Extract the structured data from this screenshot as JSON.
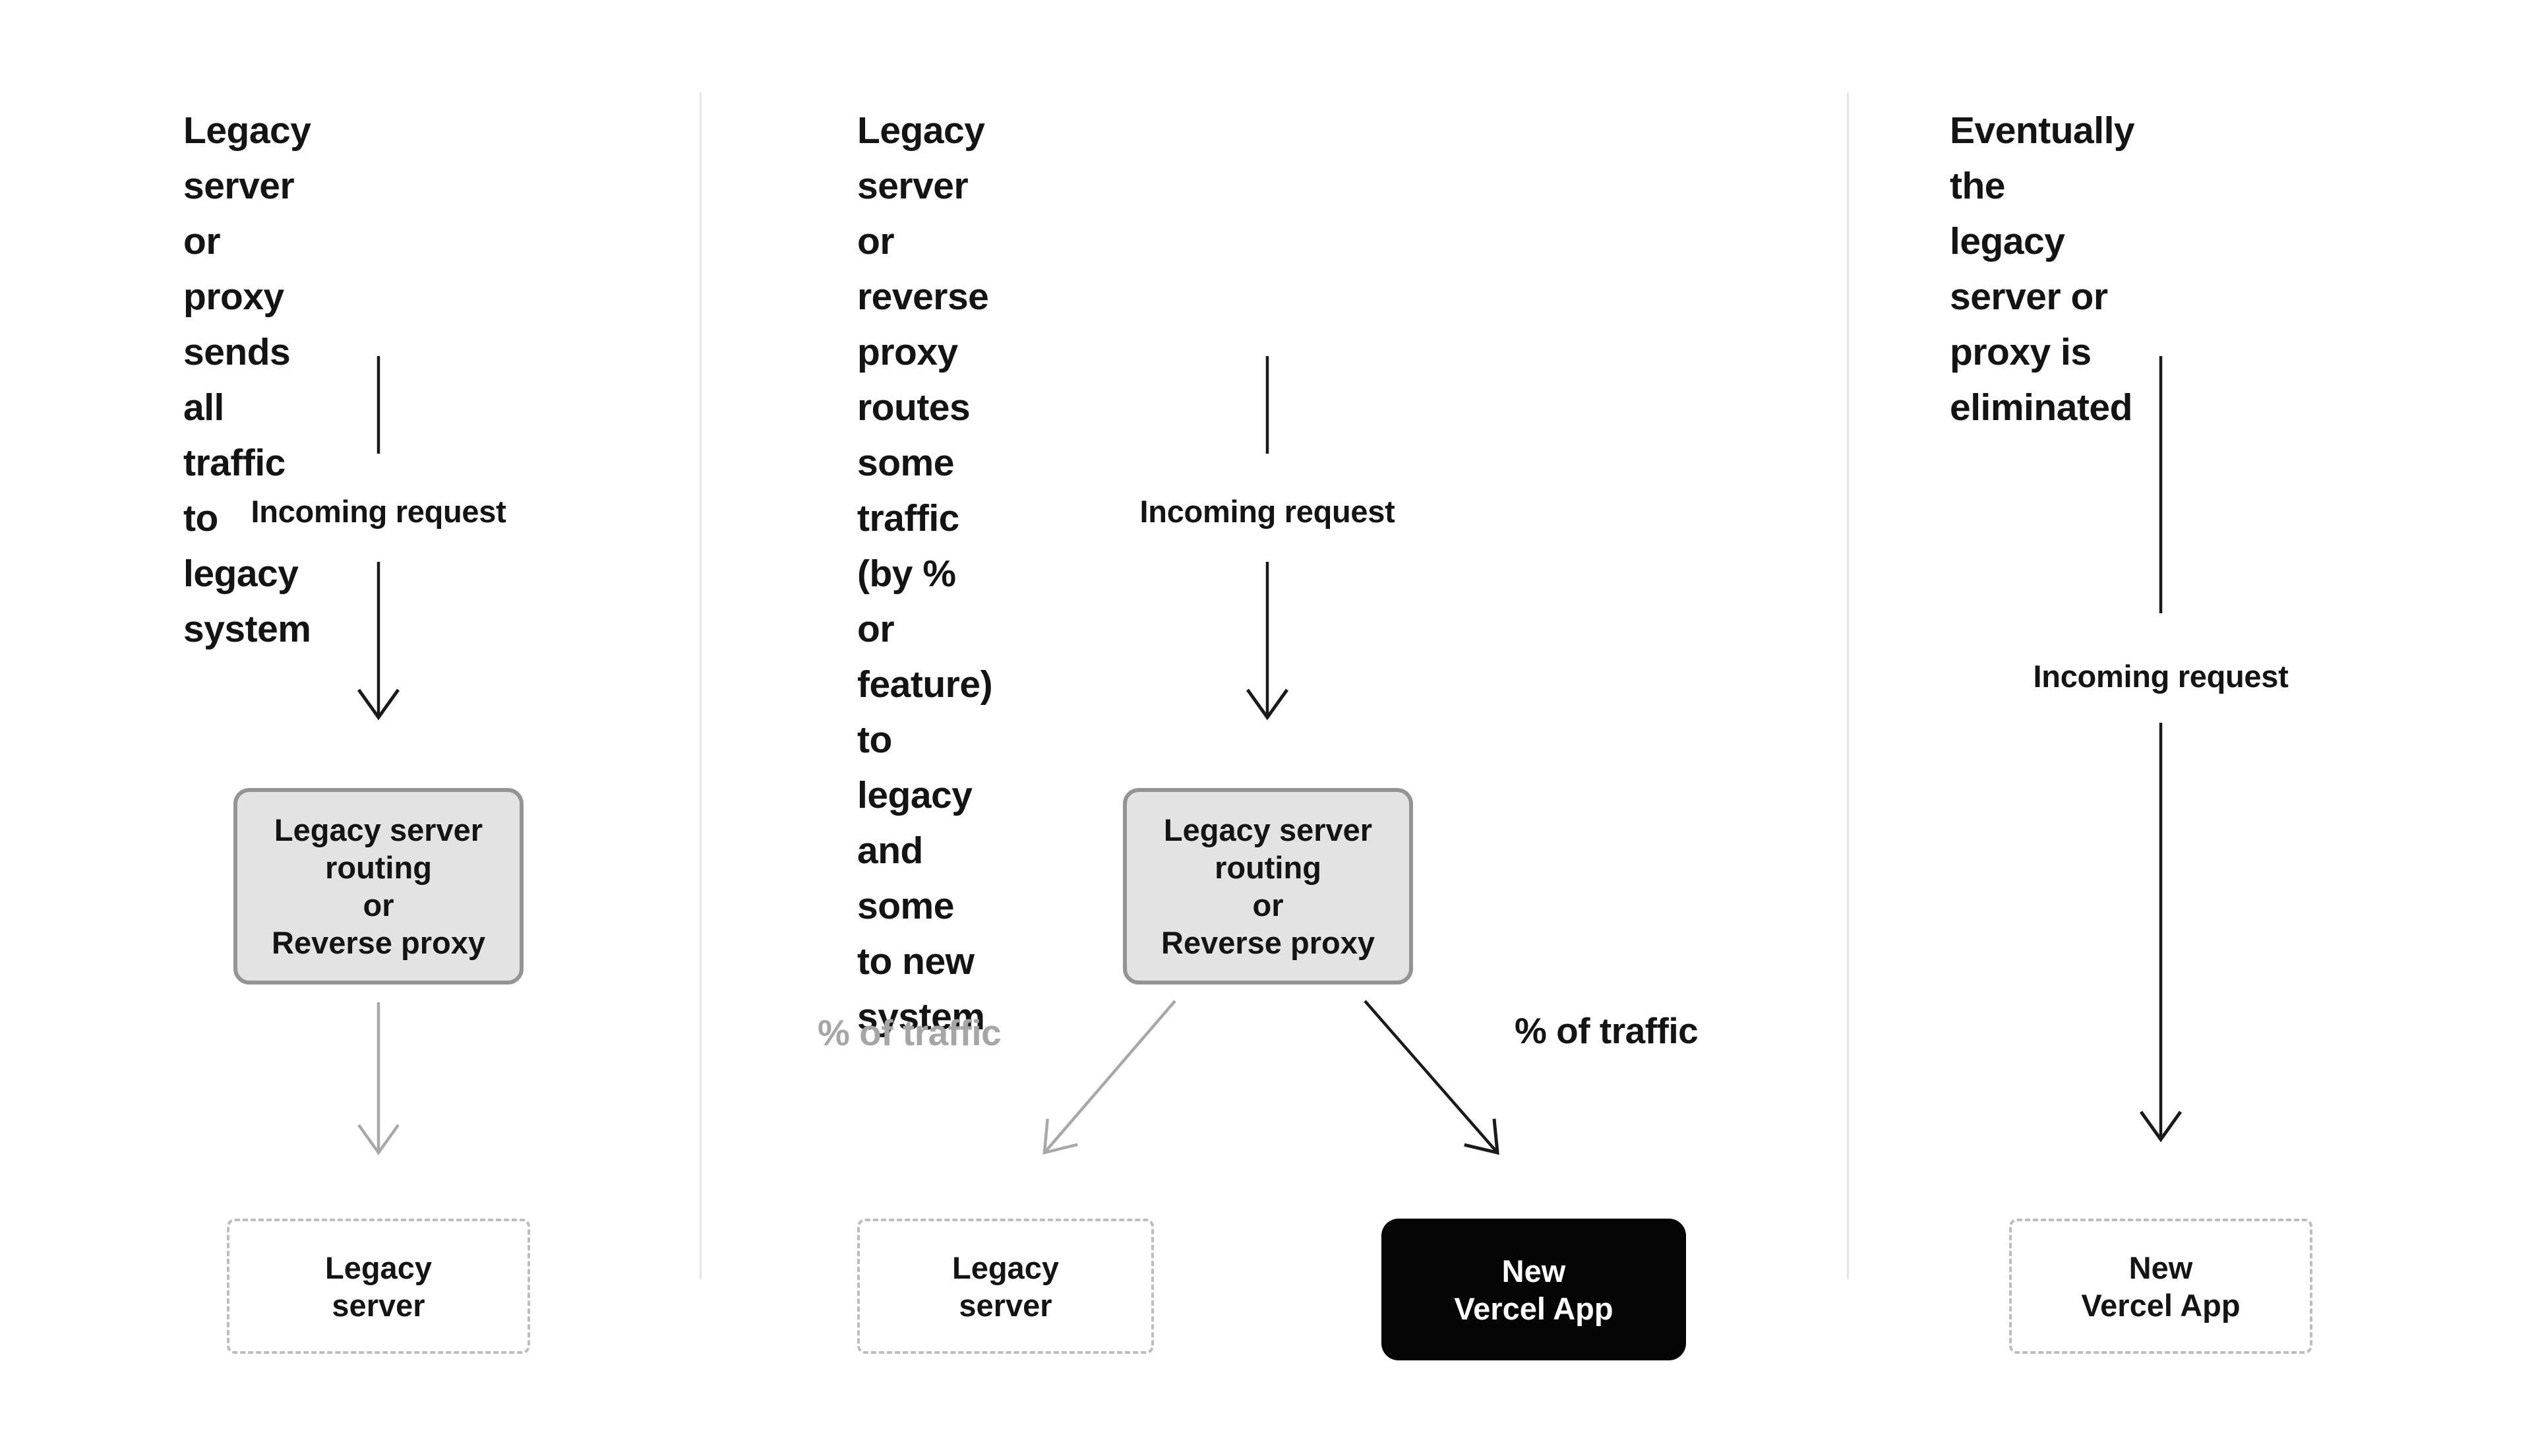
{
  "diagram": {
    "kind": "migration-stages",
    "colors": {
      "text": "#141414",
      "muted_gray": "#a6a6a6",
      "divider": "#e4e4e4",
      "routing_box_fill": "#e3e3e3",
      "routing_box_border": "#949494",
      "dashed_border": "#bdbdbd",
      "black_box_fill": "#050505",
      "black_box_text": "#ffffff"
    }
  },
  "columns": [
    {
      "id": "stage-1",
      "title": "Legacy server or\nproxy sends all\ntraffic to legacy\nsystem",
      "incoming_label": "Incoming request",
      "routing_box_label": "Legacy server\nrouting\nor\nReverse proxy",
      "legacy_box_label": "Legacy\nserver"
    },
    {
      "id": "stage-2",
      "title": "Legacy server or reverse proxy routes\nsome traffic (by % or feature) to legacy and\nsome to new system",
      "incoming_label": "Incoming request",
      "routing_box_label": "Legacy server\nrouting\nor\nReverse proxy",
      "legacy_box_label": "Legacy\nserver",
      "vercel_box_label": "New\nVercel App",
      "traffic_label_left": "% of traffic",
      "traffic_label_right": "% of traffic"
    },
    {
      "id": "stage-3",
      "title": "Eventually the\nlegacy server or\nproxy is eliminated",
      "incoming_label": "Incoming request",
      "vercel_box_label": "New\nVercel App"
    }
  ]
}
